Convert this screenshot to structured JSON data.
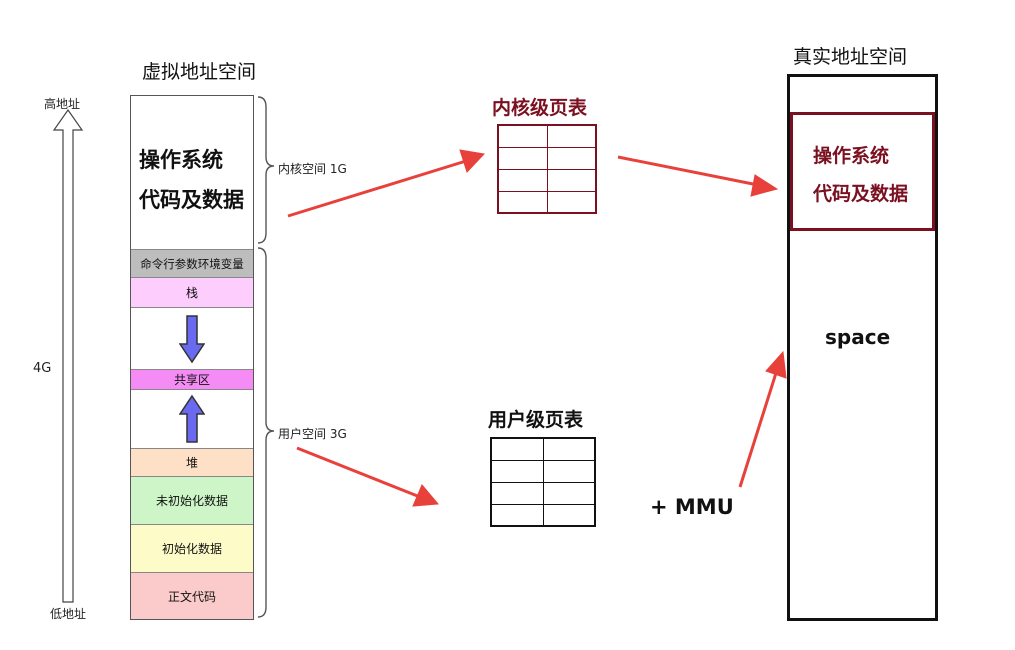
{
  "virtual": {
    "title": "虚拟地址空间",
    "high_label": "高地址",
    "low_label": "低地址",
    "size_label": "4G",
    "kernel_label_line1": "操作系统",
    "kernel_label_line2": "代码及数据",
    "kernel_brace": "内核空间 1G",
    "user_brace": "用户空间 3G",
    "segments": {
      "env": "命令行参数环境变量",
      "stack": "栈",
      "shared": "共享区",
      "heap": "堆",
      "bss": "未初始化数据",
      "data": "初始化数据",
      "text": "正文代码"
    }
  },
  "kernel_pt": {
    "title": "内核级页表",
    "color": "#7a1020"
  },
  "user_pt": {
    "title": "用户级页表",
    "color": "#111111"
  },
  "mmu": "+ MMU",
  "physical": {
    "title": "真实地址空间",
    "os_line1": "操作系统",
    "os_line2": "代码及数据",
    "space": "space"
  },
  "colors": {
    "arrow": "#e8413b",
    "env": "#bdbdbd",
    "stack": "#fdcdfd",
    "shared": "#f58cf5",
    "heap": "#fde0c6",
    "bss": "#cdf5c8",
    "data": "#fdfcc8",
    "text": "#fbcaca",
    "down_arrow": "#6a6af0"
  }
}
